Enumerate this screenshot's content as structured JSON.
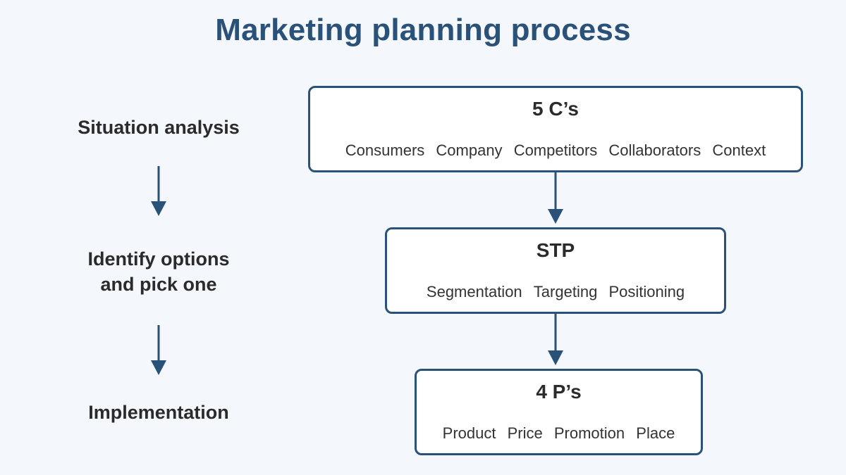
{
  "title": "Marketing planning process",
  "stages": [
    "Situation analysis",
    "Identify options\nand pick one",
    "Implementation"
  ],
  "boxes": [
    {
      "title": "5 C’s",
      "items": [
        "Consumers",
        "Company",
        "Competitors",
        "Collaborators",
        "Context"
      ]
    },
    {
      "title": "STP",
      "items": [
        "Segmentation",
        "Targeting",
        "Positioning"
      ]
    },
    {
      "title": "4 P’s",
      "items": [
        "Product",
        "Price",
        "Promotion",
        "Place"
      ]
    }
  ],
  "colors": {
    "accent": "#2a5278",
    "background": "#f4f7fc",
    "box_fill": "#ffffff",
    "text": "#2b2b2b"
  },
  "icons": [
    "arrow-down-icon"
  ]
}
